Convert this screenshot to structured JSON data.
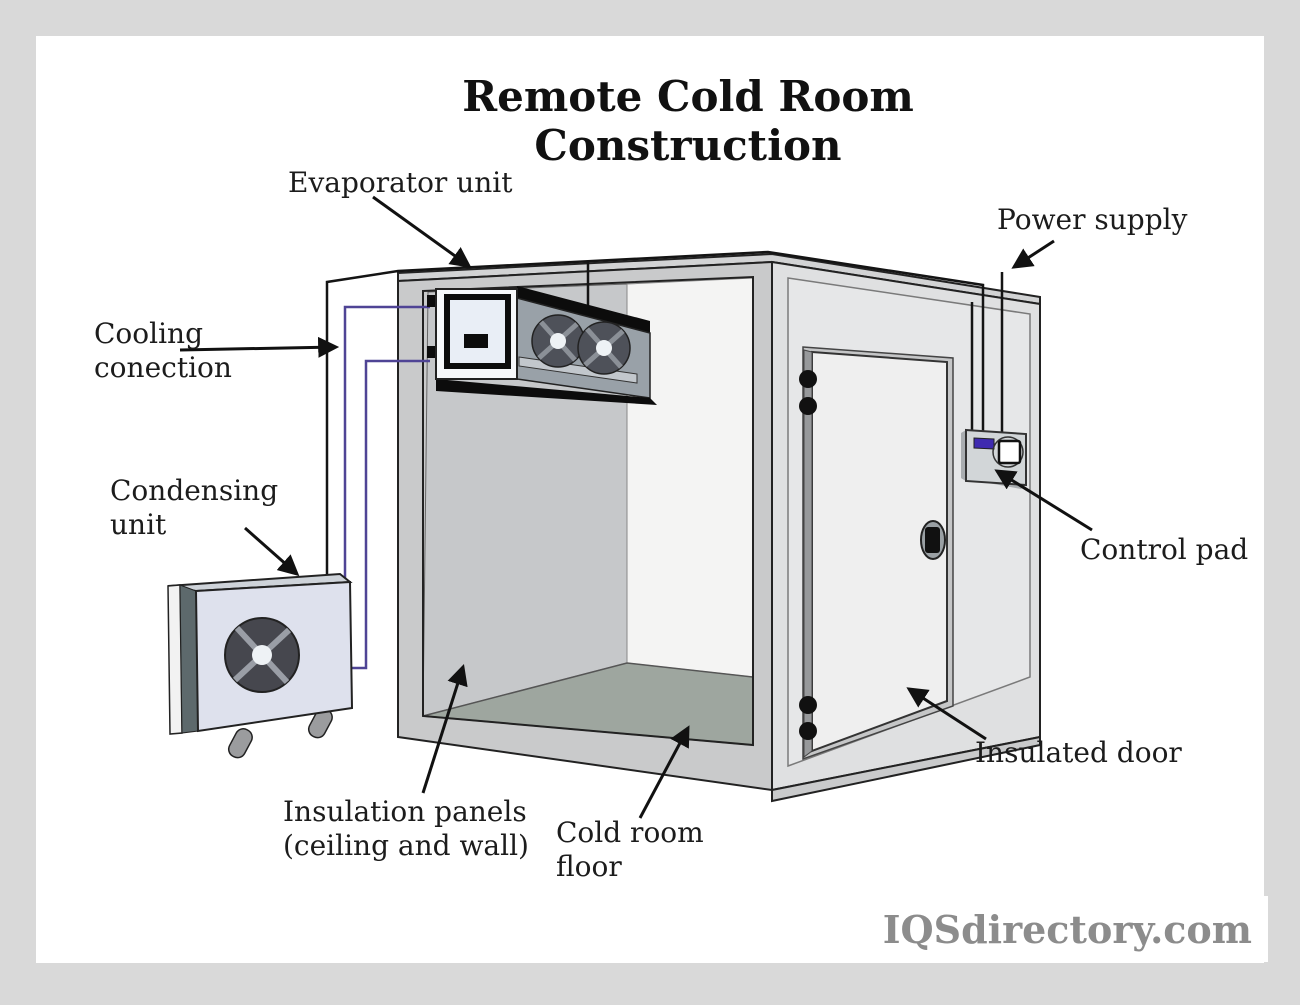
{
  "title": "Remote Cold Room Construction",
  "watermark": "IQSdirectory.com",
  "labels": {
    "evaporator": "Evaporator unit",
    "cooling": "Cooling\nconection",
    "condensing": "Condensing\nunit",
    "power": "Power supply",
    "control": "Control pad",
    "door": "Insulated door",
    "panels": "Insulation panels\n(ceiling and wall)",
    "floor": "Cold room\nfloor"
  },
  "colors": {
    "background_border": "#d9d9d9",
    "wire_purple": "#4f4495",
    "display_indigo": "#3f2bb0",
    "floor_gray_green": "#9ea69f",
    "label_text": "#1c1c1c",
    "watermark_gray": "#8c8c8c"
  }
}
